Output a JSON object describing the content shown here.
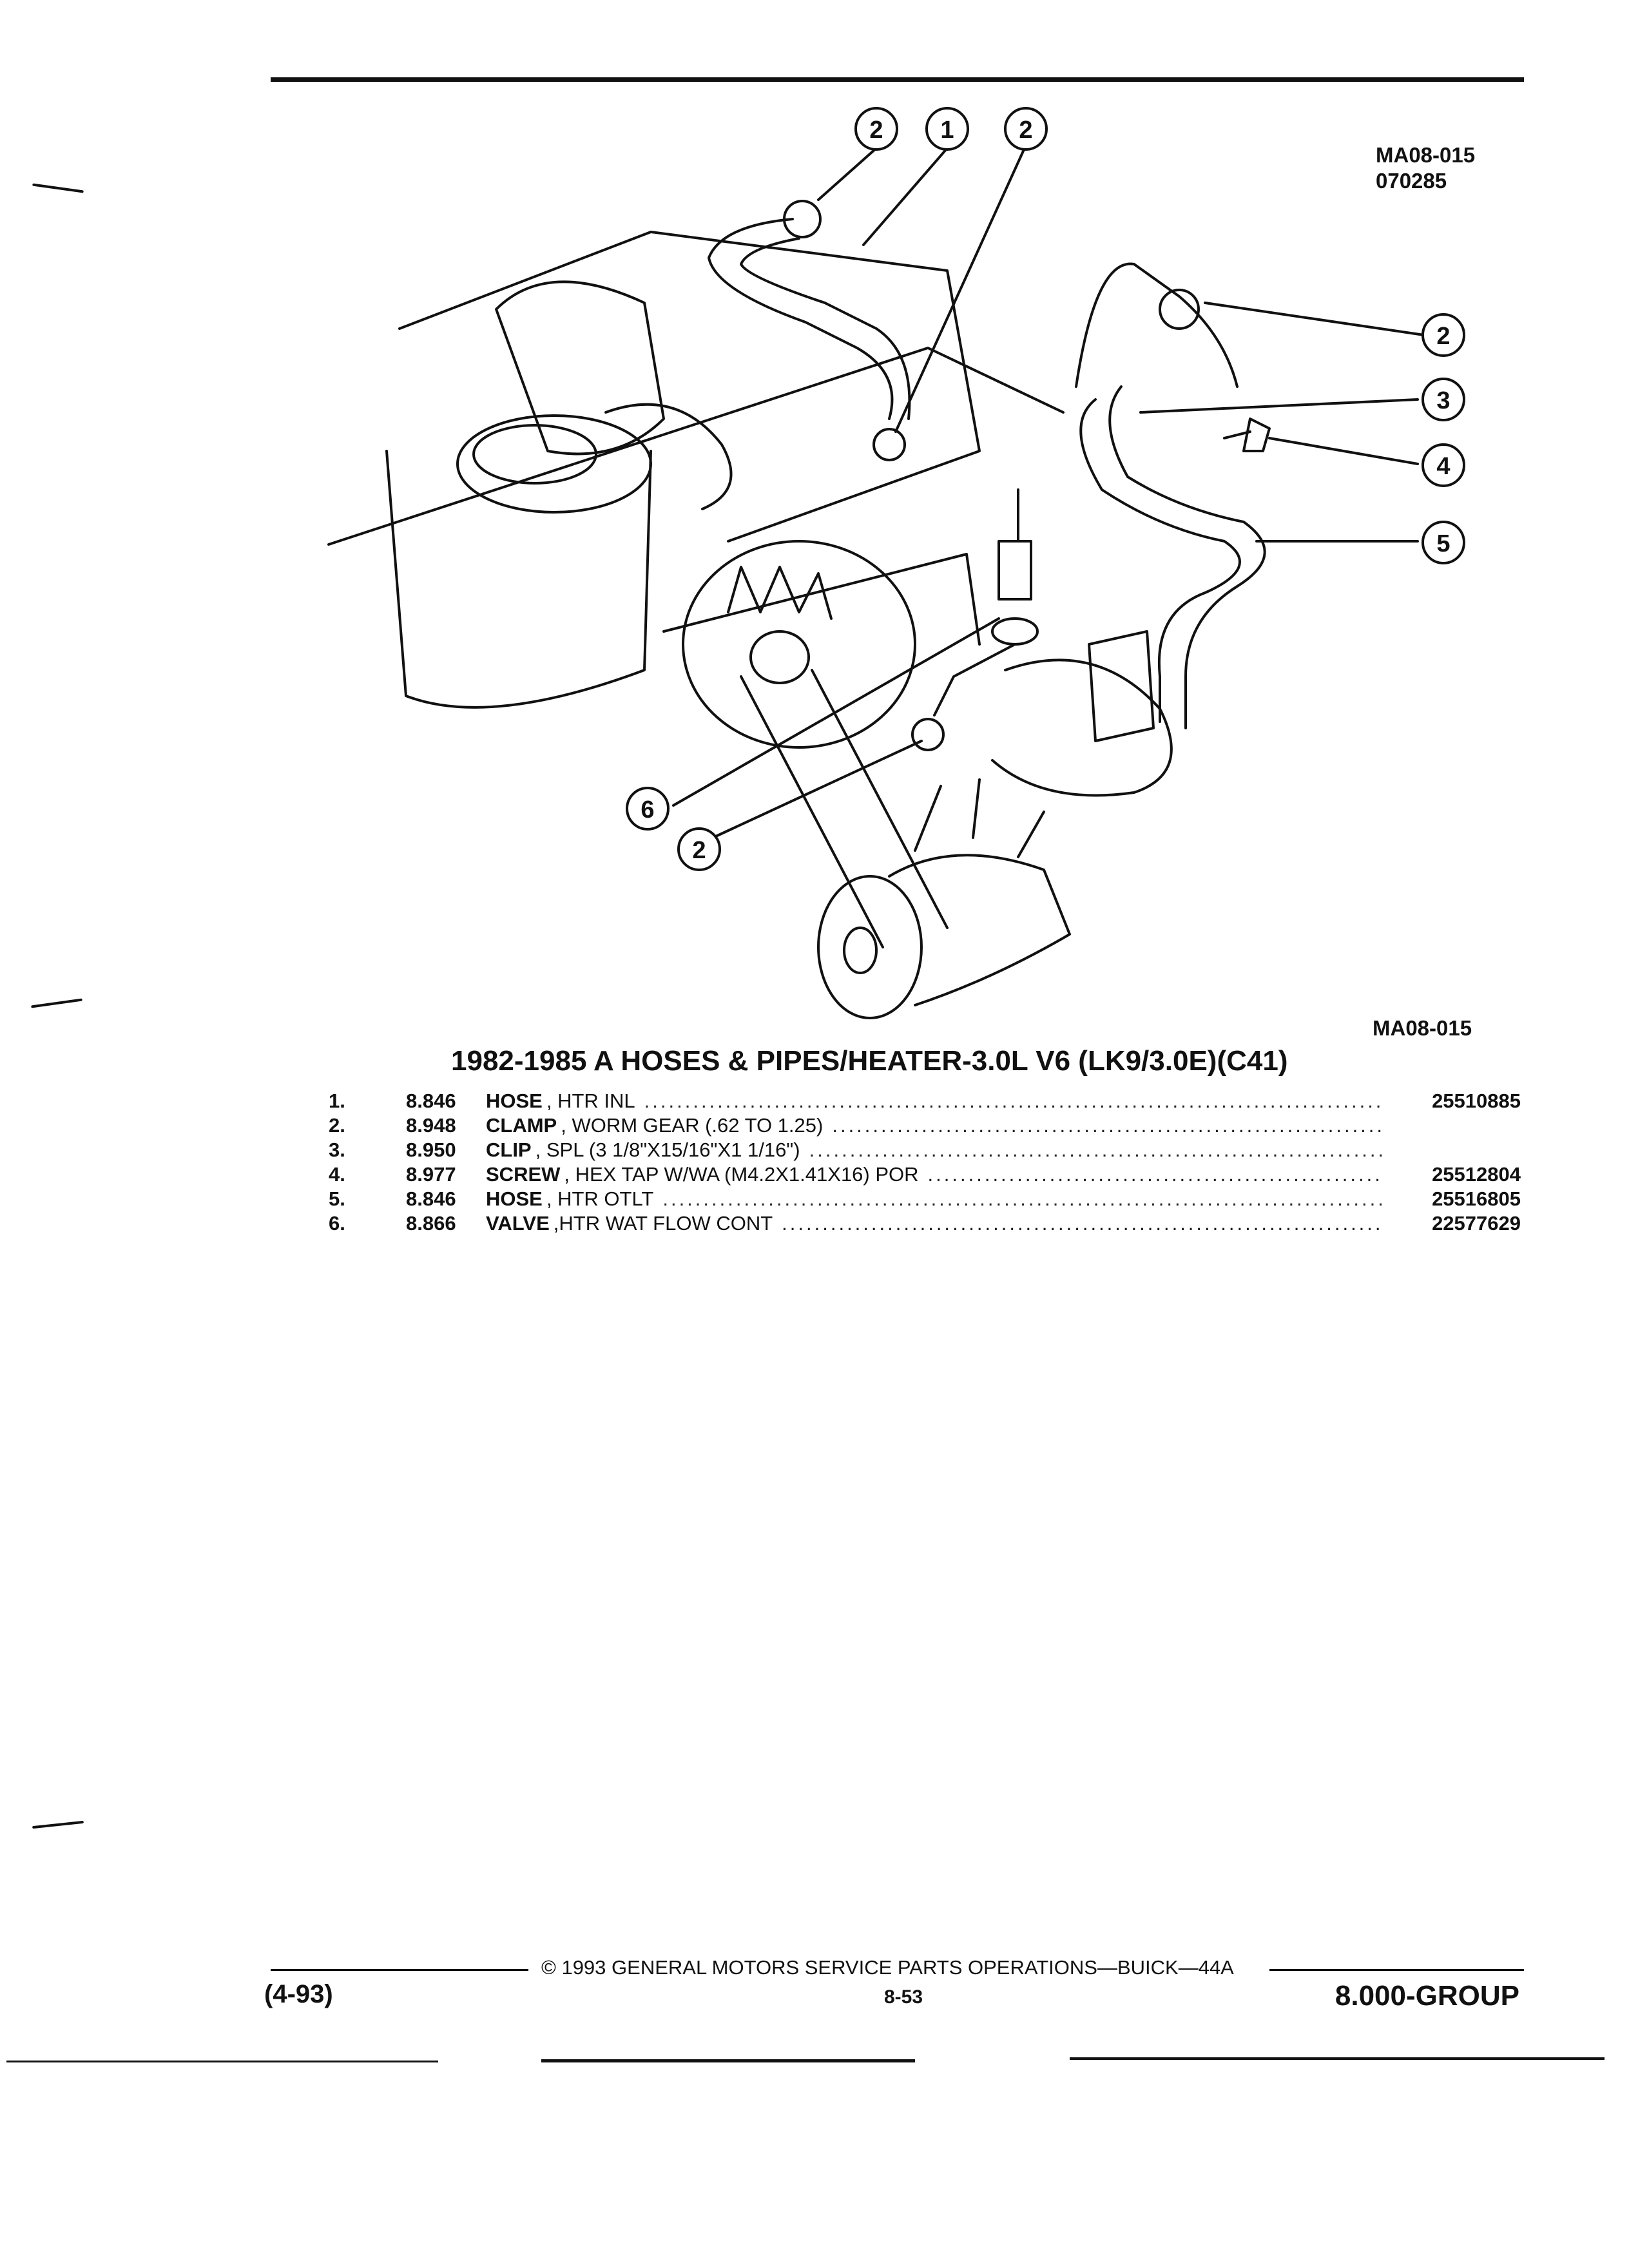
{
  "header": {
    "illustration_id": "MA08-015",
    "date_code": "070285"
  },
  "diagram": {
    "callouts": [
      "1",
      "2",
      "3",
      "4",
      "5",
      "6"
    ],
    "caption": "MA08-015"
  },
  "parts_table": {
    "title": "1982-1985 A HOSES & PIPES/HEATER-3.0L V6 (LK9/3.0E)(C41)",
    "rows": [
      {
        "num": "1.",
        "group": "8.846",
        "name": "HOSE",
        "desc": ", HTR INL",
        "part": "25510885"
      },
      {
        "num": "2.",
        "group": "8.948",
        "name": "CLAMP",
        "desc": ", WORM GEAR (.62 TO 1.25)",
        "part": ""
      },
      {
        "num": "3.",
        "group": "8.950",
        "name": "CLIP",
        "desc": ", SPL (3 1/8\"X15/16\"X1 1/16\")",
        "part": ""
      },
      {
        "num": "4.",
        "group": "8.977",
        "name": "SCREW",
        "desc": ", HEX TAP W/WA (M4.2X1.41X16) POR",
        "part": "25512804"
      },
      {
        "num": "5.",
        "group": "8.846",
        "name": "HOSE",
        "desc": ", HTR OTLT",
        "part": "25516805"
      },
      {
        "num": "6.",
        "group": "8.866",
        "name": "VALVE",
        "desc": ",HTR WAT FLOW CONT",
        "part": "22577629"
      }
    ]
  },
  "footer": {
    "copyright": "© 1993 GENERAL MOTORS SERVICE PARTS OPERATIONS—BUICK—44A",
    "revision": "(4-93)",
    "page": "8-53",
    "group": "8.000-GROUP"
  }
}
